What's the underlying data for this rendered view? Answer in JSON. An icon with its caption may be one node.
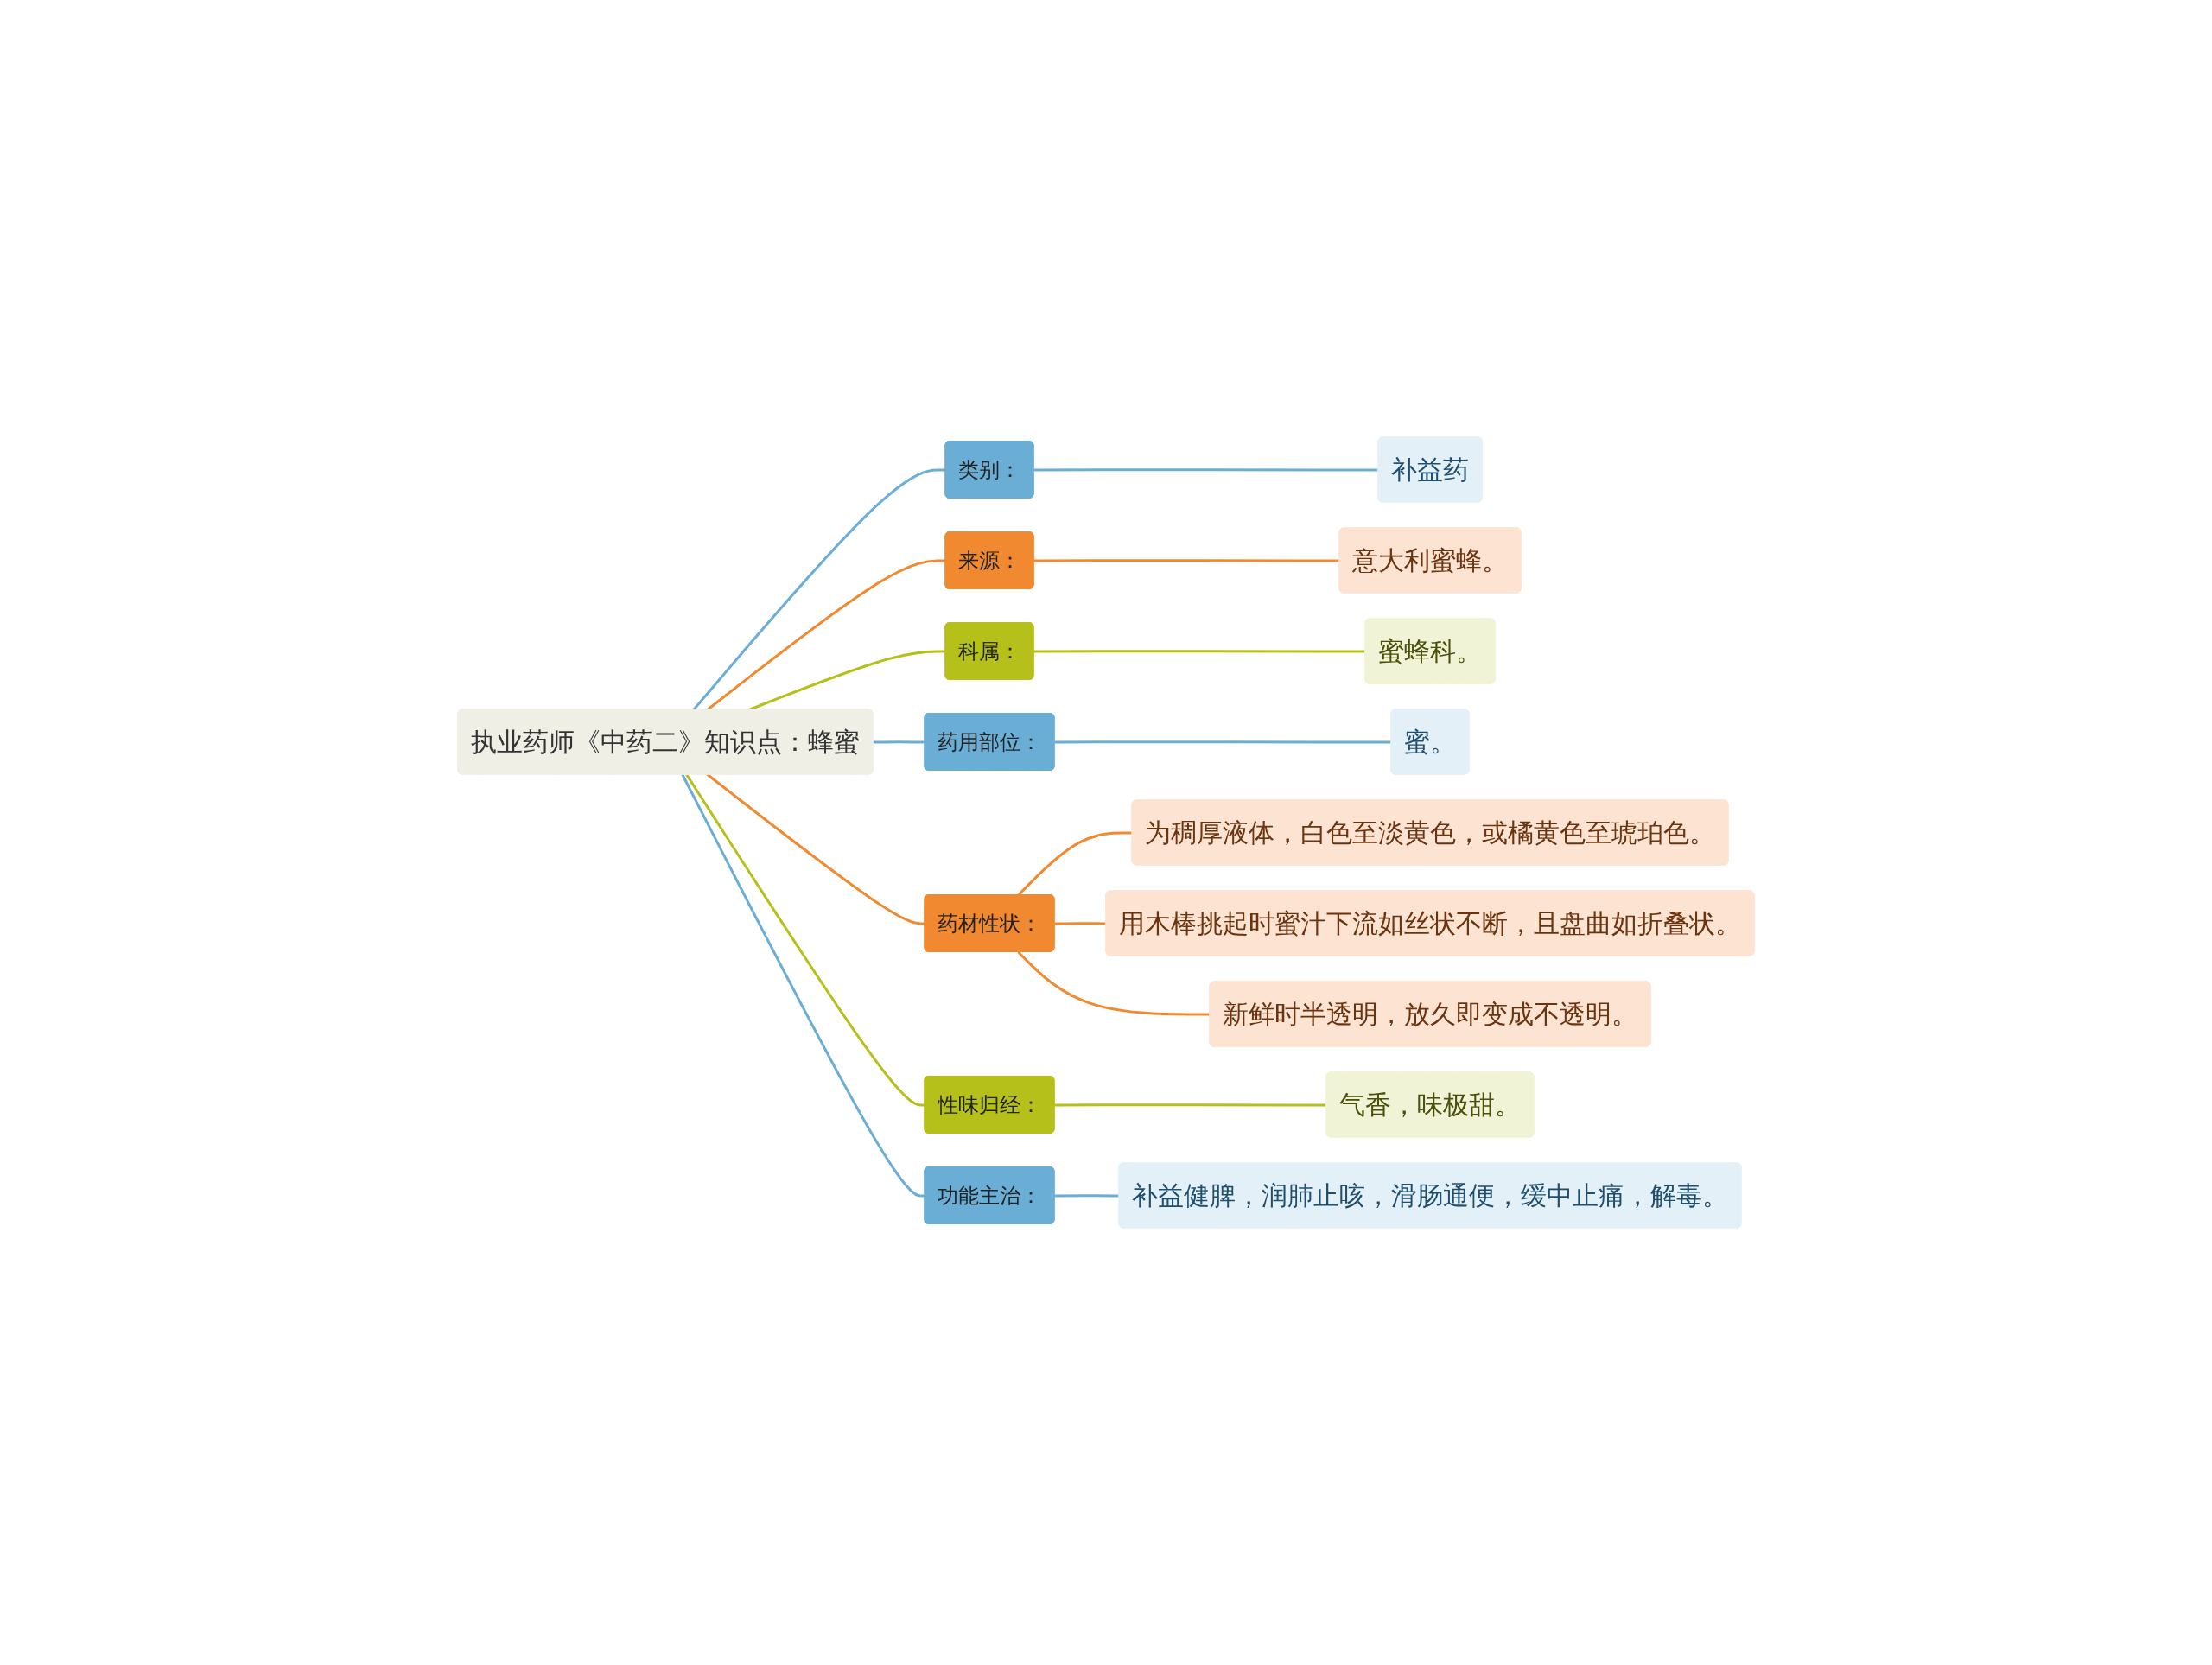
{
  "diagram": {
    "nodes": [
      {
        "text": [
          "执业药师《中药二》知识点：蜂蜜"
        ]
      },
      {
        "text": [
          "类别："
        ]
      },
      {
        "text": [
          "补益药"
        ]
      },
      {
        "text": [
          "来源："
        ]
      },
      {
        "text": [
          "意大利蜜蜂。"
        ]
      },
      {
        "text": [
          "科属："
        ]
      },
      {
        "text": [
          "蜜蜂科。"
        ]
      },
      {
        "text": [
          "药用部位："
        ]
      },
      {
        "text": [
          "蜜。"
        ]
      },
      {
        "text": [
          "药材性状："
        ]
      },
      {
        "text": [
          "为稠厚液体，白色至淡黄色，或橘黄色至琥珀色。"
        ]
      },
      {
        "text": [
          "用木棒挑起时蜜汁下流如丝状不断，且盘曲如折叠状。"
        ]
      },
      {
        "text": [
          "新鲜时半透明，放久即变成不透明。"
        ]
      },
      {
        "text": [
          "性味归经："
        ]
      },
      {
        "text": [
          "气香，味极甜。"
        ]
      },
      {
        "text": [
          "功能主治："
        ]
      },
      {
        "text": [
          "补益健脾，润肺止咳，滑肠通便，缓中止痛，解毒。"
        ]
      }
    ],
    "edges": [
      {
        "from": 0,
        "to": 1,
        "arrow": "none",
        "color": "#6aaed6"
      },
      {
        "from": 1,
        "to": 2,
        "arrow": "none",
        "color": "#6aaed6"
      },
      {
        "from": 0,
        "to": 3,
        "arrow": "none",
        "color": "#f0892f"
      },
      {
        "from": 3,
        "to": 4,
        "arrow": "none",
        "color": "#f0892f"
      },
      {
        "from": 0,
        "to": 5,
        "arrow": "none",
        "color": "#b5c11a"
      },
      {
        "from": 5,
        "to": 6,
        "arrow": "none",
        "color": "#b5c11a"
      },
      {
        "from": 0,
        "to": 7,
        "arrow": "none",
        "color": "#6aaed6"
      },
      {
        "from": 7,
        "to": 8,
        "arrow": "none",
        "color": "#6aaed6"
      },
      {
        "from": 0,
        "to": 9,
        "arrow": "none",
        "color": "#f0892f"
      },
      {
        "from": 9,
        "to": 10,
        "arrow": "none",
        "color": "#f0892f"
      },
      {
        "from": 9,
        "to": 11,
        "arrow": "none",
        "color": "#f0892f"
      },
      {
        "from": 9,
        "to": 12,
        "arrow": "none",
        "color": "#f0892f"
      },
      {
        "from": 0,
        "to": 13,
        "arrow": "none",
        "color": "#b5c11a"
      },
      {
        "from": 13,
        "to": 14,
        "arrow": "none",
        "color": "#b5c11a"
      },
      {
        "from": 0,
        "to": 15,
        "arrow": "none",
        "color": "#6aaed6"
      },
      {
        "from": 15,
        "to": 16,
        "arrow": "none",
        "color": "#6aaed6"
      }
    ]
  }
}
